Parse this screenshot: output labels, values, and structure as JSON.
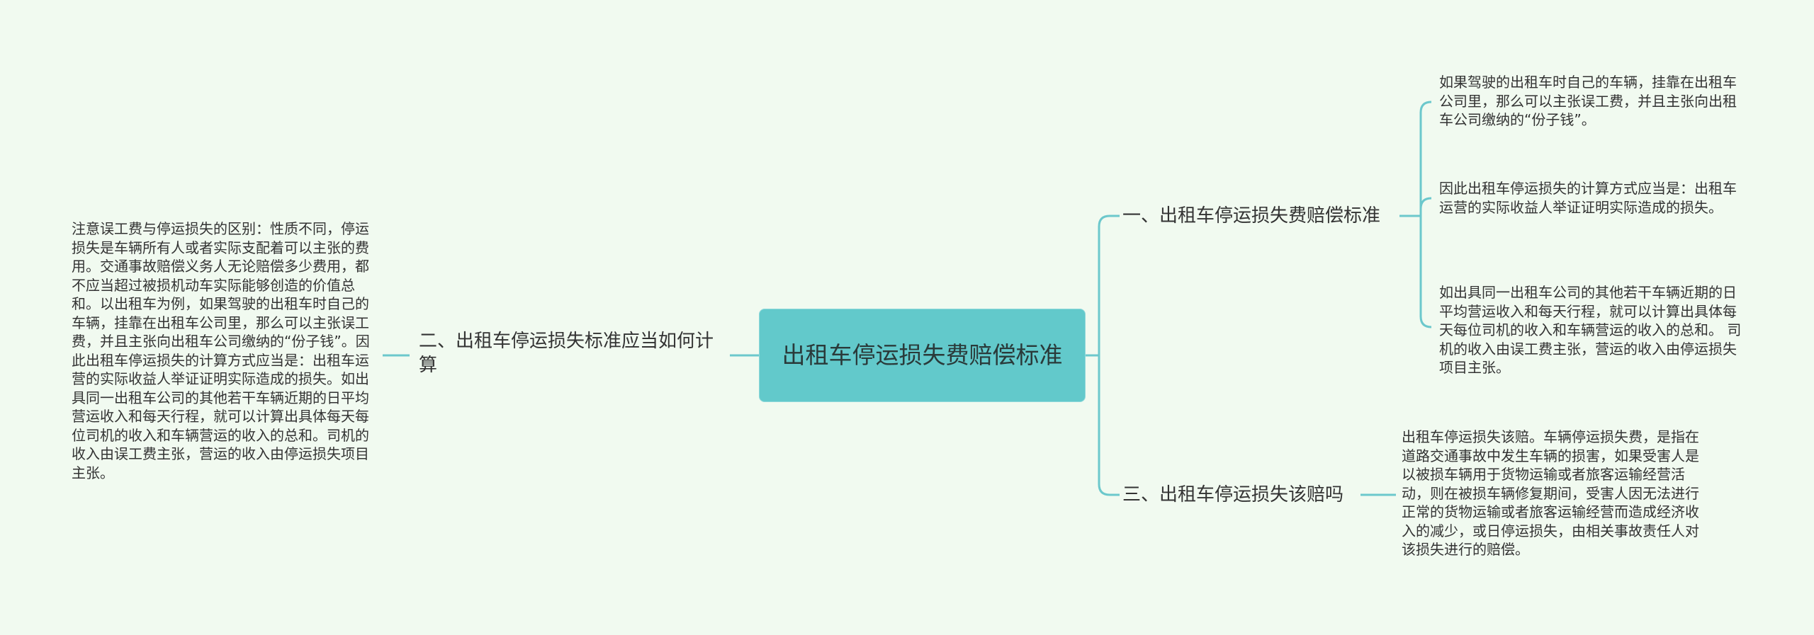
{
  "colors": {
    "background": "#f1faf0",
    "center_fill": "#62c9cb",
    "connector": "#6cc8cc"
  },
  "center": {
    "title": "出租车停运损失费赔偿标准"
  },
  "left_branch": {
    "label": "二、出租车停运损失标准应当如何计算",
    "leaf": "注意误工费与停运损失的区别：性质不同，停运损失是车辆所有人或者实际支配着可以主张的费用。交通事故赔偿义务人无论赔偿多少费用，都不应当超过被损机动车实际能够创造的价值总和。以出租车为例，如果驾驶的出租车时自己的车辆，挂靠在出租车公司里，那么可以主张误工费，并且主张向出租车公司缴纳的“份子钱”。因此出租车停运损失的计算方式应当是：出租车运营的实际收益人举证证明实际造成的损失。如出具同一出租车公司的其他若干车辆近期的日平均营运收入和每天行程，就可以计算出具体每天每位司机的收入和车辆营运的收入的总和。司机的收入由误工费主张，营运的收入由停运损失项目主张。"
  },
  "right_branches": [
    {
      "label": "一、出租车停运损失费赔偿标准",
      "leaves": [
        "如果驾驶的出租车时自己的车辆，挂靠在出租车公司里，那么可以主张误工费，并且主张向出租车公司缴纳的“份子钱”。",
        "因此出租车停运损失的计算方式应当是：出租车运营的实际收益人举证证明实际造成的损失。",
        "如出具同一出租车公司的其他若干车辆近期的日平均营运收入和每天行程，就可以计算出具体每天每位司机的收入和车辆营运的收入的总和。 司机的收入由误工费主张，营运的收入由停运损失项目主张。"
      ]
    },
    {
      "label": "三、出租车停运损失该赔吗",
      "leaves": [
        "出租车停运损失该赔。车辆停运损失费，是指在道路交通事故中发生车辆的损害，如果受害人是以被损车辆用于货物运输或者旅客运输经营活动，则在被损车辆修复期间，受害人因无法进行正常的货物运输或者旅客运输经营而造成经济收入的减少，或日停运损失，由相关事故责任人对该损失进行的赔偿。"
      ]
    }
  ]
}
